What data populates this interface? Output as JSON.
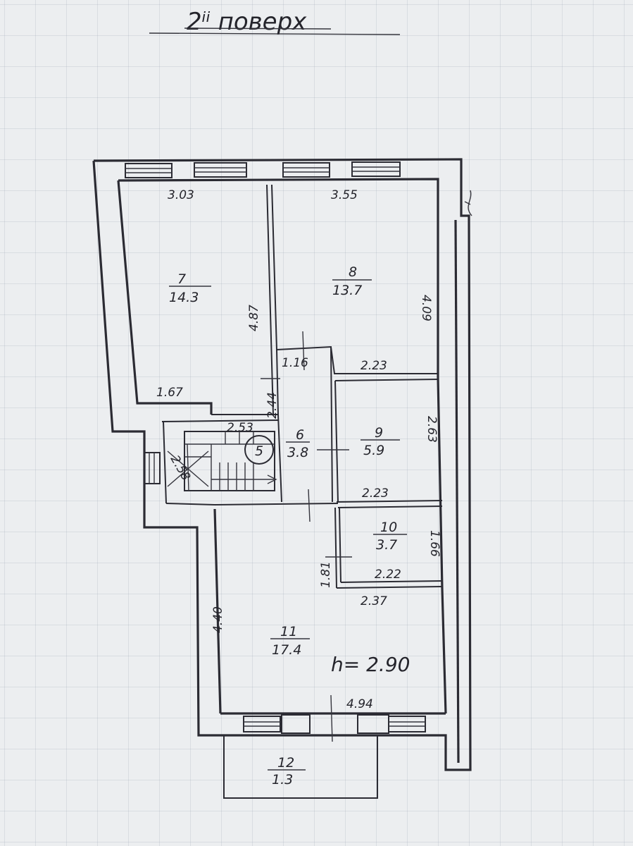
{
  "title": "2ⁱⁱ поверх",
  "ceiling_height": "h= 2.90",
  "rooms": [
    {
      "id": "r7",
      "number": "7",
      "area": "14.3"
    },
    {
      "id": "r8",
      "number": "8",
      "area": "13.7"
    },
    {
      "id": "r6",
      "number": "6",
      "area": "3.8"
    },
    {
      "id": "r9",
      "number": "9",
      "area": "5.9"
    },
    {
      "id": "r10",
      "number": "10",
      "area": "3.7"
    },
    {
      "id": "r11",
      "number": "11",
      "area": "17.4"
    },
    {
      "id": "r12",
      "number": "12",
      "area": "1.3"
    }
  ],
  "stair_label": "5",
  "dimensions": {
    "d_303": "3.03",
    "d_355": "3.55",
    "d_487": "4.87",
    "d_409": "4.09",
    "d_116": "1.16",
    "d_223a": "2.23",
    "d_167": "1.67",
    "d_244": "2.44",
    "d_253": "2.53",
    "d_263": "2.63",
    "d_223b": "2.23",
    "d_166": "1.66",
    "d_181": "1.81",
    "d_222": "2.22",
    "d_237": "2.37",
    "d_440": "4.40",
    "d_494": "4.94",
    "d_258": "2.58"
  }
}
